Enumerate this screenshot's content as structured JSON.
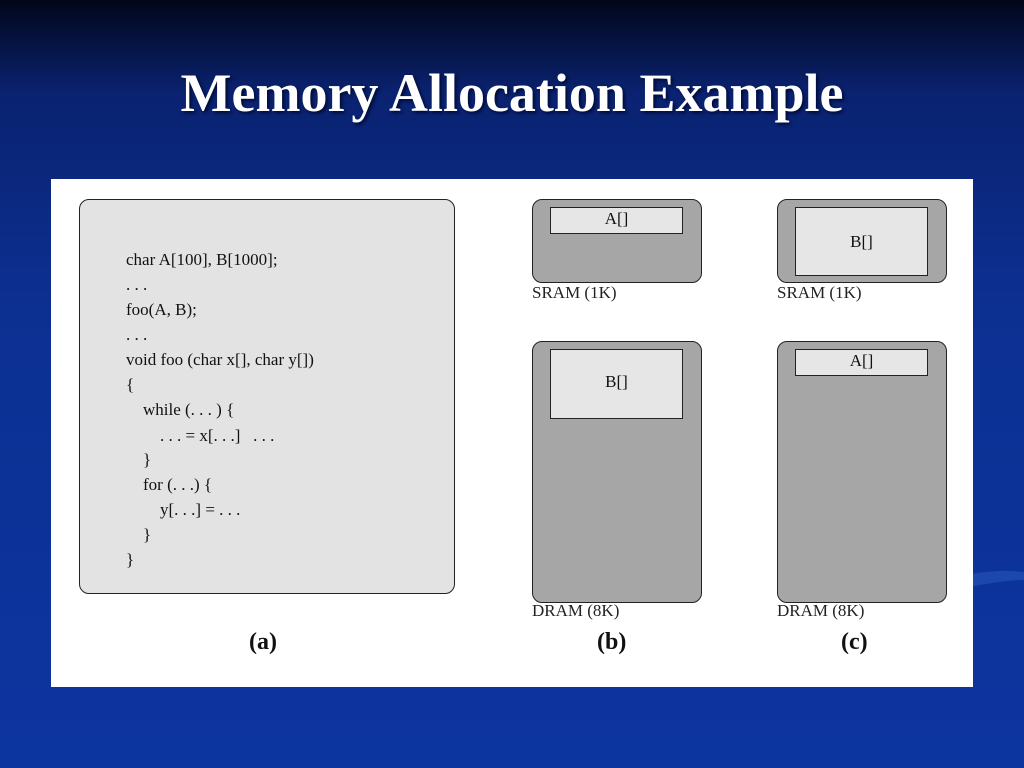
{
  "slide": {
    "title": "Memory Allocation Example"
  },
  "figure": {
    "code_lines": [
      "char A[100], B[1000];",
      ". . .",
      "foo(A, B);",
      ". . .",
      "void foo (char x[], char y[])",
      "{",
      "    while (. . . ) {",
      "        . . . = x[. . .]   . . .",
      "    }",
      "    for (. . .) {",
      "        y[. . .] = . . .",
      "    }",
      "}"
    ],
    "panel_b": {
      "sram_label": "SRAM (1K)",
      "sram_array": "A[]",
      "dram_label": "DRAM (8K)",
      "dram_array": "B[]"
    },
    "panel_c": {
      "sram_label": "SRAM (1K)",
      "sram_array": "B[]",
      "dram_label": "DRAM (8K)",
      "dram_array": "A[]"
    },
    "panel_labels": [
      "(a)",
      "(b)",
      "(c)"
    ]
  }
}
